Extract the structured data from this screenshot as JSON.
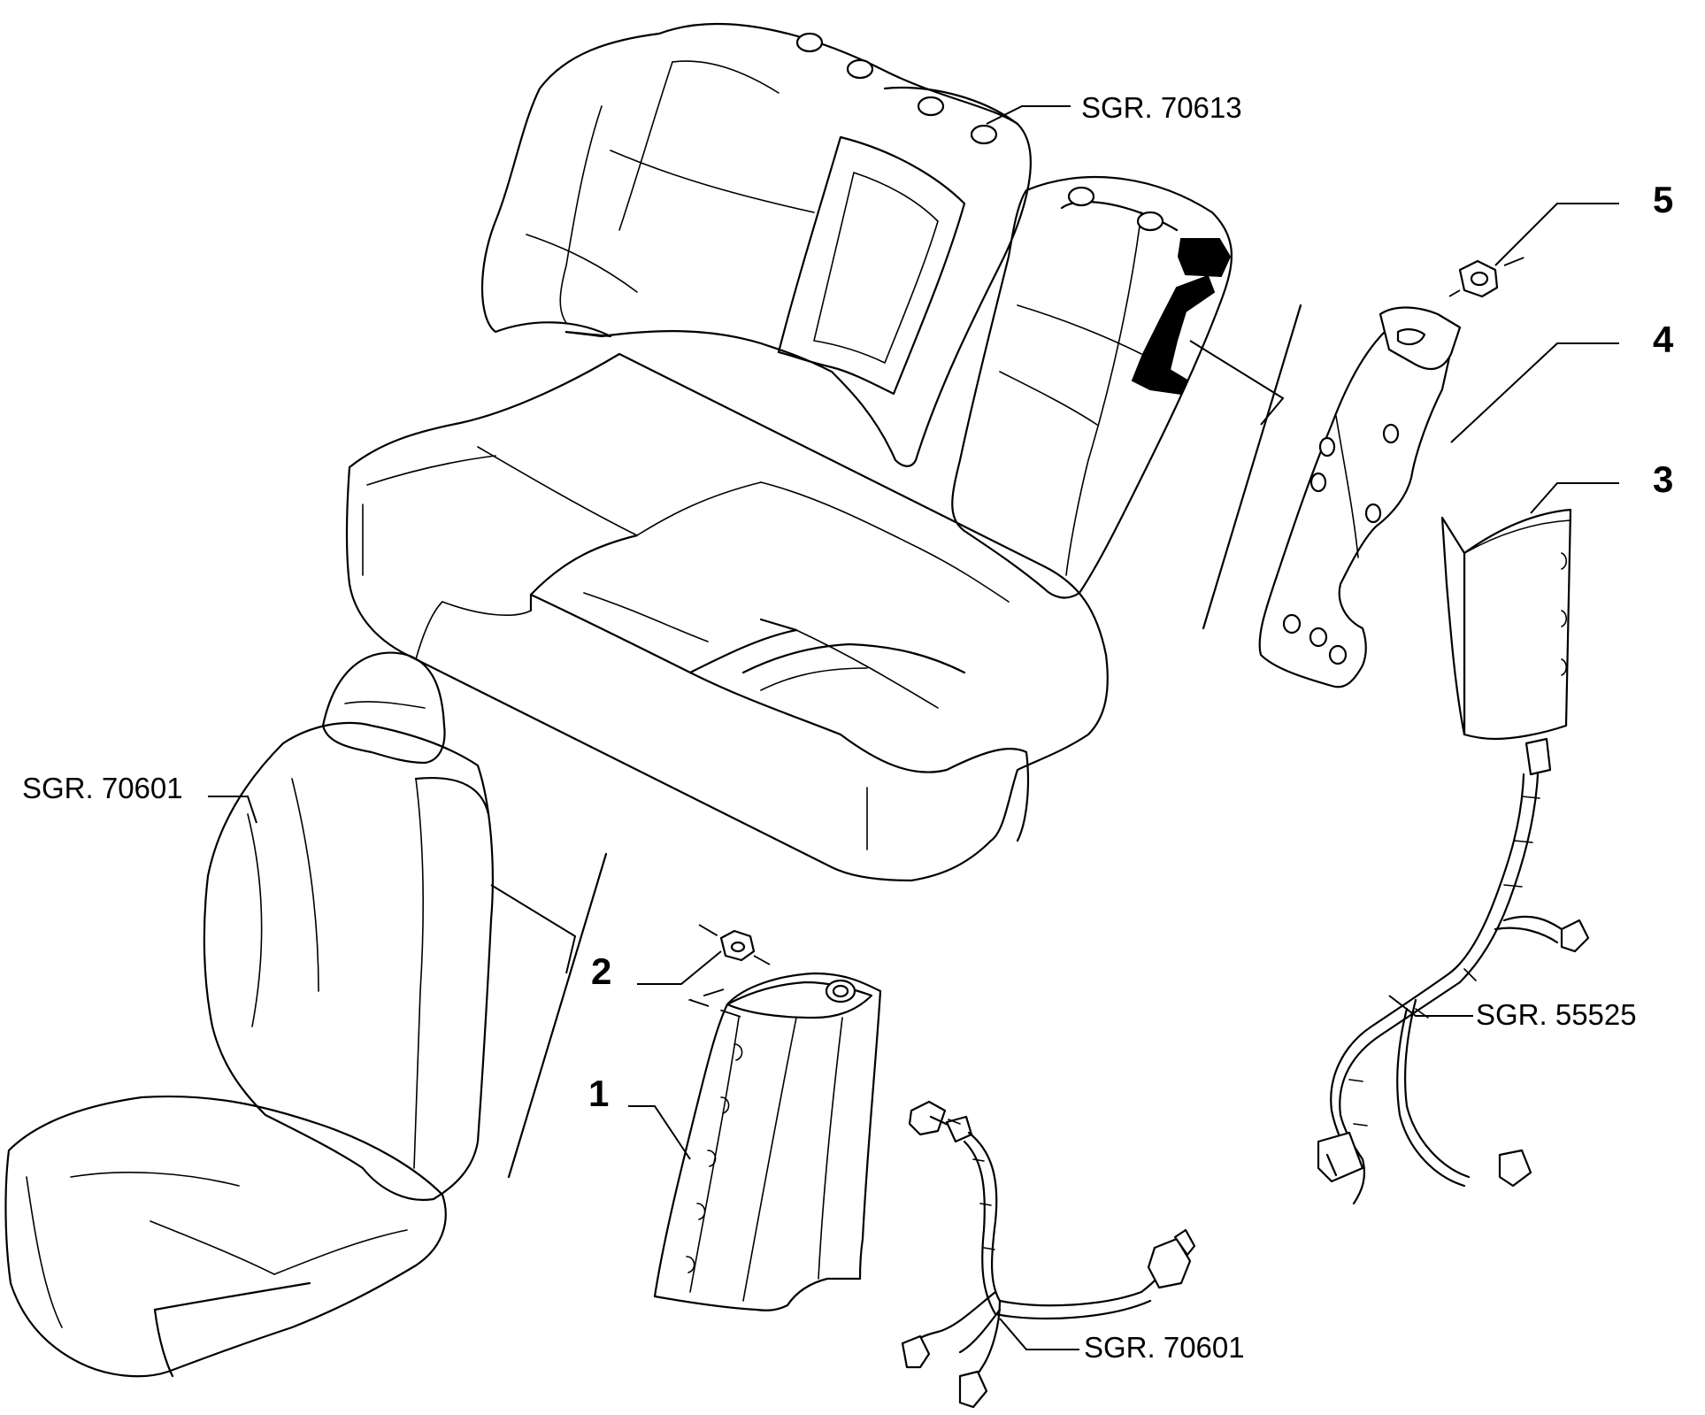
{
  "references": {
    "rear_seat_back": "SGR. 70613",
    "front_seat": "SGR. 70601",
    "front_harness": "SGR. 70601",
    "rear_harness": "SGR. 55525"
  },
  "callouts": {
    "p1": "1",
    "p2": "2",
    "p3": "3",
    "p4": "4",
    "p5": "5"
  }
}
